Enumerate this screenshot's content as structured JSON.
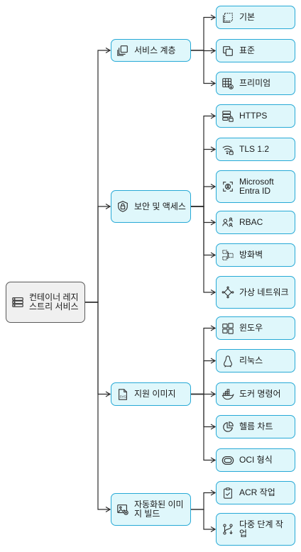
{
  "root": {
    "label": "컨테이너 레지스트리 서비스",
    "icon": "registry-icon"
  },
  "categories": [
    {
      "label": "서비스 계층",
      "icon": "layers-icon",
      "children": [
        {
          "label": "기본",
          "icon": "dashed-square-icon"
        },
        {
          "label": "표준",
          "icon": "stacked-squares-icon"
        },
        {
          "label": "프리미엄",
          "icon": "grid-download-icon"
        }
      ]
    },
    {
      "label": "보안 및 액세스",
      "icon": "shield-lock-icon",
      "children": [
        {
          "label": "HTTPS",
          "icon": "server-lock-icon"
        },
        {
          "label": "TLS 1.2",
          "icon": "wifi-lock-icon"
        },
        {
          "label": "Microsoft Entra ID",
          "icon": "id-badge-icon"
        },
        {
          "label": "RBAC",
          "icon": "users-role-icon"
        },
        {
          "label": "방화벽",
          "icon": "firewall-icon"
        },
        {
          "label": "가상 네트워크",
          "icon": "network-icon"
        }
      ]
    },
    {
      "label": "지원 이미지",
      "icon": "svg-file-icon",
      "children": [
        {
          "label": "윈도우",
          "icon": "windows-icon"
        },
        {
          "label": "리눅스",
          "icon": "linux-icon"
        },
        {
          "label": "도커 명령어",
          "icon": "docker-icon"
        },
        {
          "label": "헬름 차트",
          "icon": "helm-chart-icon"
        },
        {
          "label": "OCI 형식",
          "icon": "oci-icon"
        }
      ]
    },
    {
      "label": "자동화된 이미지 빌드",
      "icon": "image-build-icon",
      "children": [
        {
          "label": "ACR 작업",
          "icon": "clipboard-check-icon"
        },
        {
          "label": "다중 단계 작업",
          "icon": "git-branch-icon"
        }
      ]
    }
  ]
}
